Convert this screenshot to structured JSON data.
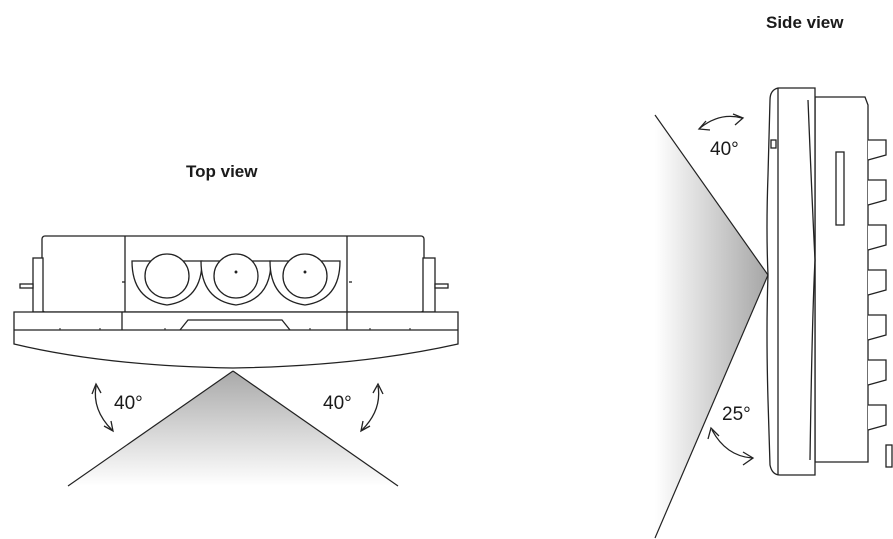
{
  "top_view": {
    "title": "Top view",
    "angle_left": "40°",
    "angle_right": "40°"
  },
  "side_view": {
    "title": "Side view",
    "angle_top": "40°",
    "angle_bottom": "25°"
  }
}
